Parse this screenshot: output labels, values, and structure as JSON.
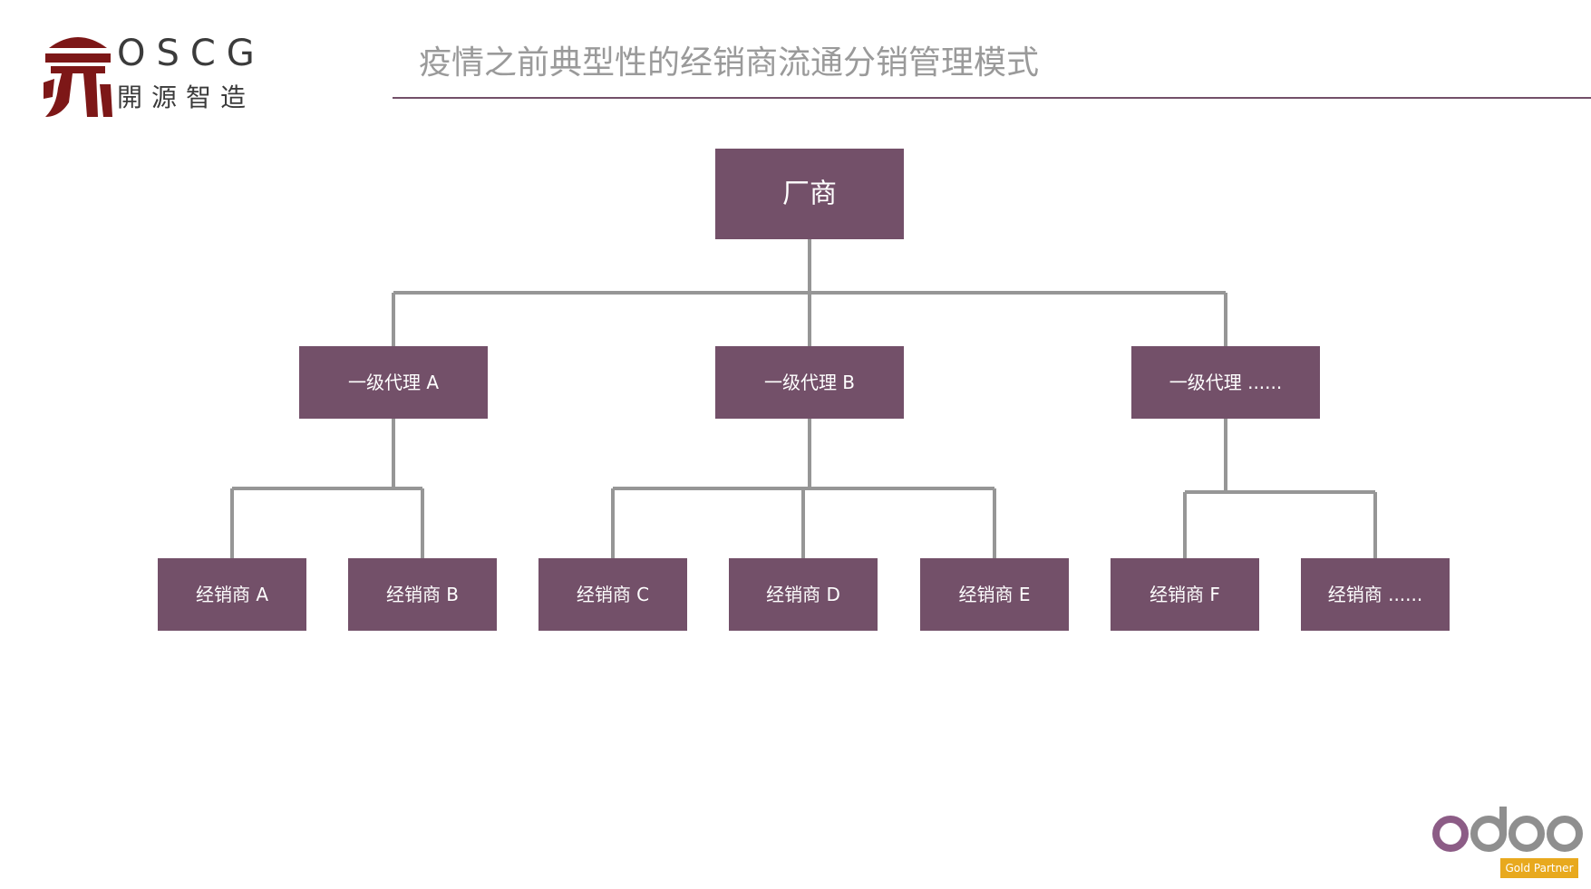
{
  "header": {
    "logo_en": "OSCG",
    "logo_cn": "開源智造",
    "title": "疫情之前典型性的经销商流通分销管理模式"
  },
  "diagram": {
    "root": "厂商",
    "agents": [
      "一级代理 A",
      "一级代理 B",
      "一级代理 ......"
    ],
    "dealers": [
      "经销商 A",
      "经销商 B",
      "经销商 C",
      "经销商 D",
      "经销商 E",
      "经销商 F",
      "经销商 ......"
    ],
    "dealer_parent": [
      0,
      0,
      1,
      1,
      1,
      2,
      2
    ]
  },
  "footer": {
    "partner_logo": "odoo",
    "partner_badge": "Gold Partner"
  },
  "colors": {
    "box_fill": "#735069",
    "connector": "#969696",
    "logo_red": "#7d1717",
    "odoo_purple": "#8c5c86",
    "odoo_gray": "#8f8f8f",
    "badge_gold": "#e8a91e"
  }
}
